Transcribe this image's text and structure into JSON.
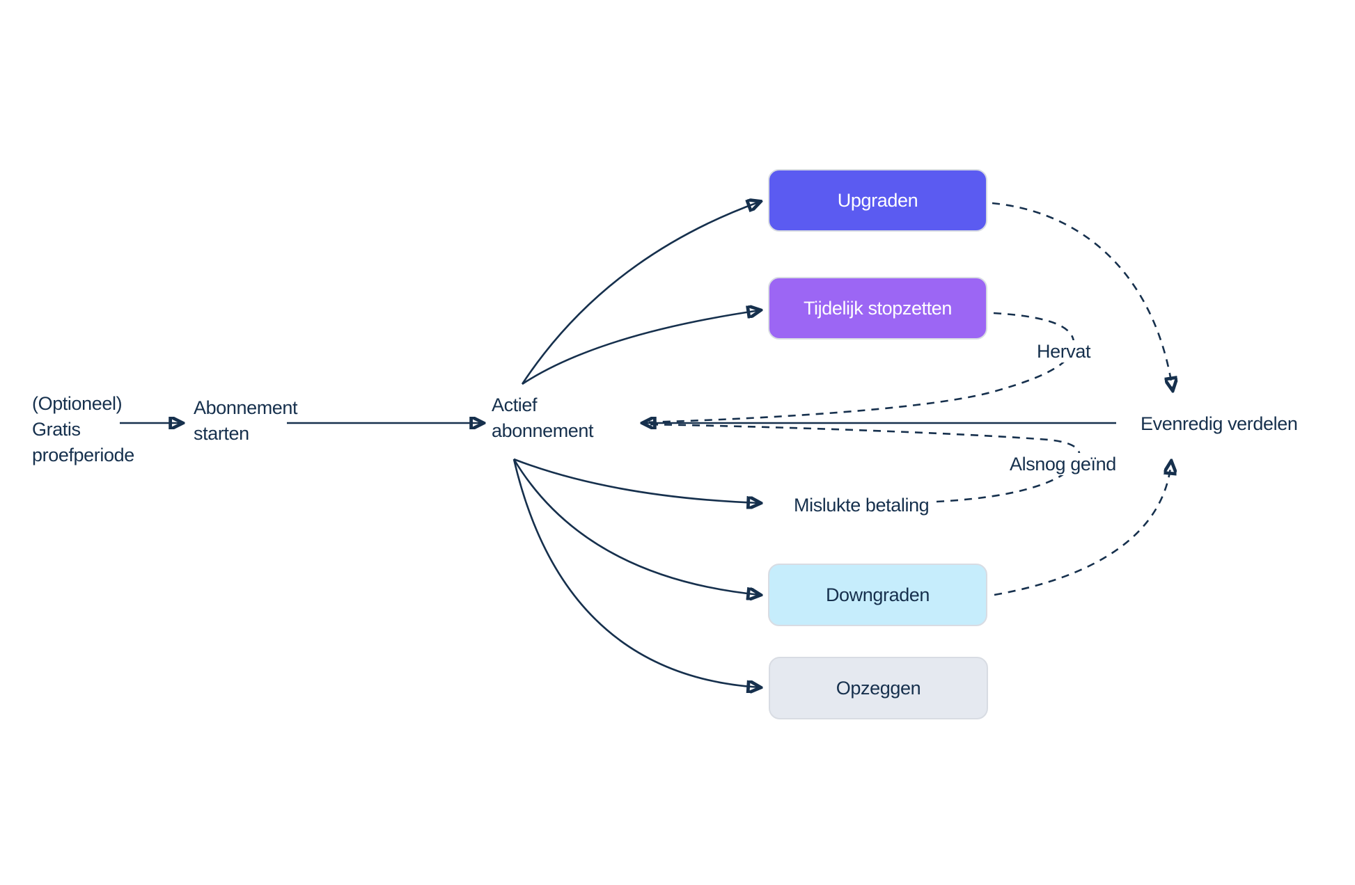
{
  "diagram": {
    "colors": {
      "background": "#ffffff",
      "line": "#16304d"
    },
    "nodes": {
      "trial": {
        "label": "(Optioneel)\nGratis\nproefperiode"
      },
      "start": {
        "label": "Abonnement\nstarten"
      },
      "active": {
        "label": "Actief\nabonnement"
      },
      "failed_payment": {
        "label": "Mislukte betaling"
      },
      "prorate": {
        "label": "Evenredig verdelen"
      }
    },
    "boxes": [
      {
        "label": "Upgraden",
        "fill": "#5b5bf1",
        "text_color": "#ffffff"
      },
      {
        "label": "Tijdelijk stopzetten",
        "fill": "#9c66f4",
        "text_color": "#ffffff"
      },
      {
        "label": "Downgraden",
        "fill": "#c6edfc",
        "text_color": "#16304d"
      },
      {
        "label": "Opzeggen",
        "fill": "#e5e9f0",
        "text_color": "#16304d"
      }
    ],
    "edge_labels": {
      "resume": "Hervat",
      "collected": "Alsnog geïnd"
    }
  }
}
